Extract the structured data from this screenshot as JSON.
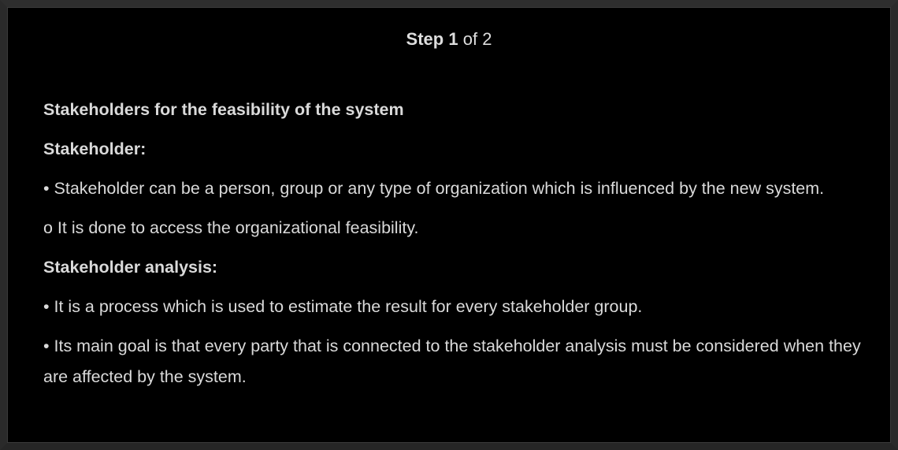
{
  "header": {
    "step_word": "Step",
    "step_current": "1",
    "step_of": "of 2"
  },
  "content": {
    "title": "Stakeholders for the feasibility of the system",
    "section1_heading": "Stakeholder:",
    "section1_bullet1": "• Stakeholder can be a person, group or any type of organization which is influenced by the new system.",
    "section1_subbullet1": "o It is done to access the organizational feasibility.",
    "section2_heading": "Stakeholder analysis:",
    "section2_bullet1": "• It is a process which is used to estimate the result for every stakeholder group.",
    "section2_bullet2": "• Its main goal is that every party that is connected to the stakeholder analysis must be considered when they are affected by the system."
  }
}
